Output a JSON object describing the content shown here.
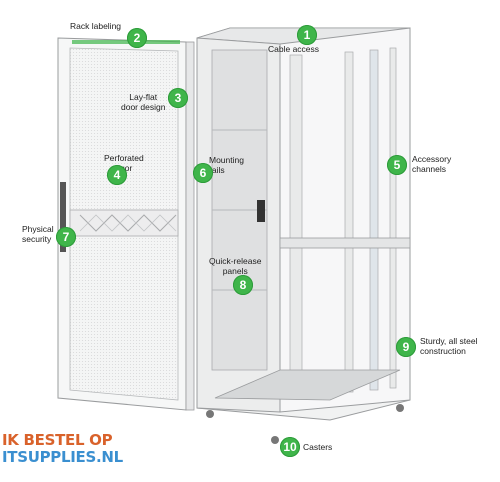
{
  "callouts": [
    {
      "num": "1",
      "label": "Cable access"
    },
    {
      "num": "2",
      "label": "Rack labeling"
    },
    {
      "num": "3",
      "label": "Lay-flat\ndoor design"
    },
    {
      "num": "4",
      "label": "Perforated\ndoor"
    },
    {
      "num": "5",
      "label": "Accessory\nchannels"
    },
    {
      "num": "6",
      "label": "Mounting\nrails"
    },
    {
      "num": "7",
      "label": "Physical\nsecurity"
    },
    {
      "num": "8",
      "label": "Quick-release\npanels"
    },
    {
      "num": "9",
      "label": "Sturdy, all steel\nconstruction"
    },
    {
      "num": "10",
      "label": "Casters"
    }
  ],
  "watermark": {
    "line1": "IK BESTEL OP",
    "line2": "ITSUPPLIES.NL"
  },
  "colors": {
    "badge": "#3fb54a",
    "brand_orange": "#d9622b",
    "brand_blue": "#3a8fd0",
    "rack": "#f1f2f2",
    "rack_edge": "#9a9c9e"
  }
}
